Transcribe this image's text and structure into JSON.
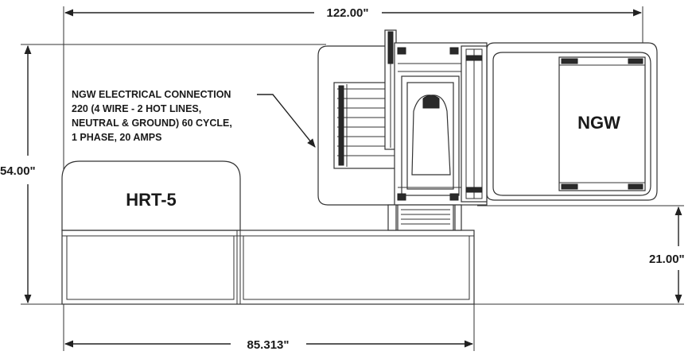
{
  "dimensions": {
    "overall_width": "122.00\"",
    "overall_height": "54.00\"",
    "table_height": "21.00\"",
    "table_width": "85.313\""
  },
  "labels": {
    "hrt": "HRT-5",
    "ngw": "NGW"
  },
  "note": {
    "line1": "NGW ELECTRICAL CONNECTION",
    "line2": "220 (4 WIRE - 2 HOT LINES,",
    "line3": "NEUTRAL & GROUND) 60 CYCLE,",
    "line4": "1 PHASE, 20 AMPS"
  },
  "colors": {
    "line": "#333333",
    "text": "#1a1a1a",
    "dark": "#2a2a2a"
  }
}
